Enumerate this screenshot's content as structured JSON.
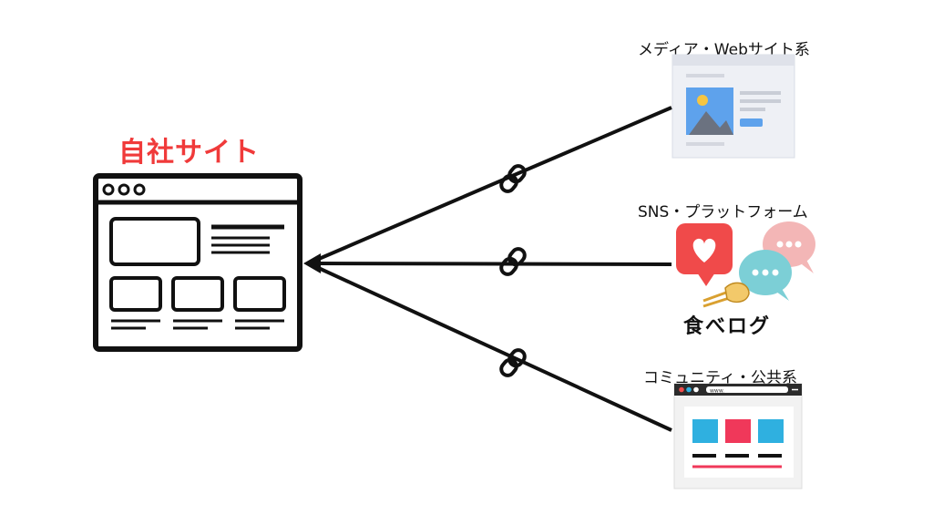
{
  "main_site": {
    "title": "自社サイト"
  },
  "sources": [
    {
      "label": "メディア・Webサイト系",
      "icon": "media-website-icon"
    },
    {
      "label": "SNS・プラットフォーム",
      "icon": "sns-platform-icon",
      "brand_text": "食べログ"
    },
    {
      "label": "コミュニティ・公共系",
      "icon": "community-site-icon",
      "address_text": "www."
    }
  ],
  "colors": {
    "title_red": "#f03a3a",
    "heart_red": "#f04a4a",
    "bubble_teal": "#7ccfd6",
    "bubble_pink": "#f3b6b6",
    "blue_tile": "#2fb0e0",
    "red_tile": "#f0385a"
  }
}
